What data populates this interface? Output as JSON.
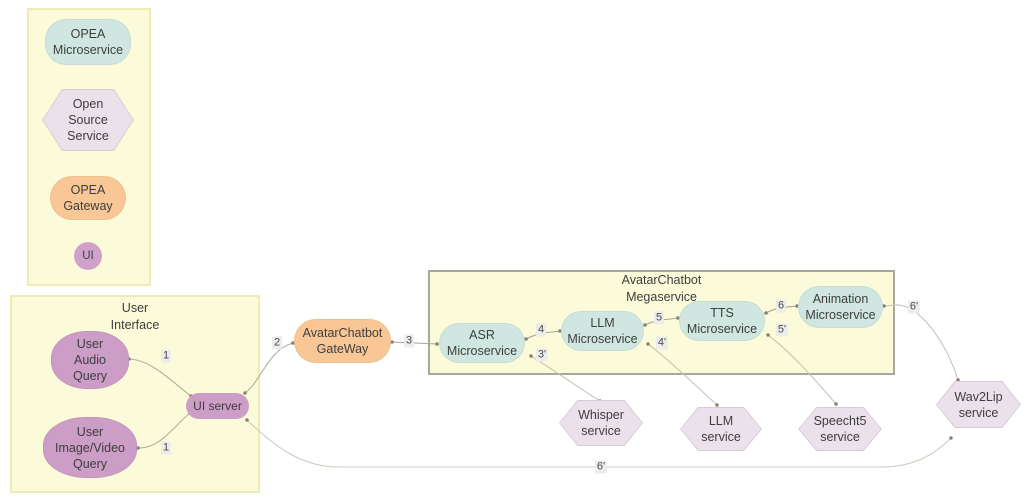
{
  "legend": {
    "items": [
      {
        "id": "opea-microservice",
        "label": "OPEA\nMicroservice"
      },
      {
        "id": "open-source-service",
        "label": "Open\nSource\nService"
      },
      {
        "id": "opea-gateway",
        "label": "OPEA\nGateway"
      },
      {
        "id": "ui",
        "label": "UI"
      }
    ]
  },
  "user_interface": {
    "title": "User\nInterface",
    "audio_query": "User\nAudio\nQuery",
    "image_video_query": "User\nImage/Video\nQuery",
    "ui_server": "UI server"
  },
  "gateway_label": "AvatarChatbot\nGateWay",
  "megaservice": {
    "title": "AvatarChatbot\nMegaservice",
    "asr": "ASR\nMicroservice",
    "llm": "LLM\nMicroservice",
    "tts": "TTS\nMicroservice",
    "animation": "Animation\nMicroservice"
  },
  "external_services": {
    "whisper": "Whisper\nservice",
    "llm": "LLM\nservice",
    "speecht5": "Speecht5\nservice",
    "wav2lip": "Wav2Lip\nservice"
  },
  "edge_labels": {
    "audio_to_ui": "1",
    "video_to_ui": "1",
    "ui_to_gateway": "2",
    "gateway_to_mega": "3",
    "asr_to_llm": "4",
    "llm_to_tts": "5",
    "tts_to_anim": "6",
    "asr_to_whisper": "3'",
    "llm_to_llm_service": "4'",
    "tts_to_speecht5": "5'",
    "anim_to_wav2lip": "6'",
    "wav2lip_to_ui": "6'"
  },
  "colors": {
    "opea_microservice": "#cfe7e0",
    "open_source_service": "#eae1ea",
    "opea_gateway": "#f8c795",
    "ui_node": "#cc9dc6",
    "group_box_fill": "#fcfbd9",
    "group_box_border": "#eeecb6",
    "megaservice_border": "#a9a79b",
    "edge": "#a8a696",
    "text": "#3e3e3e"
  }
}
